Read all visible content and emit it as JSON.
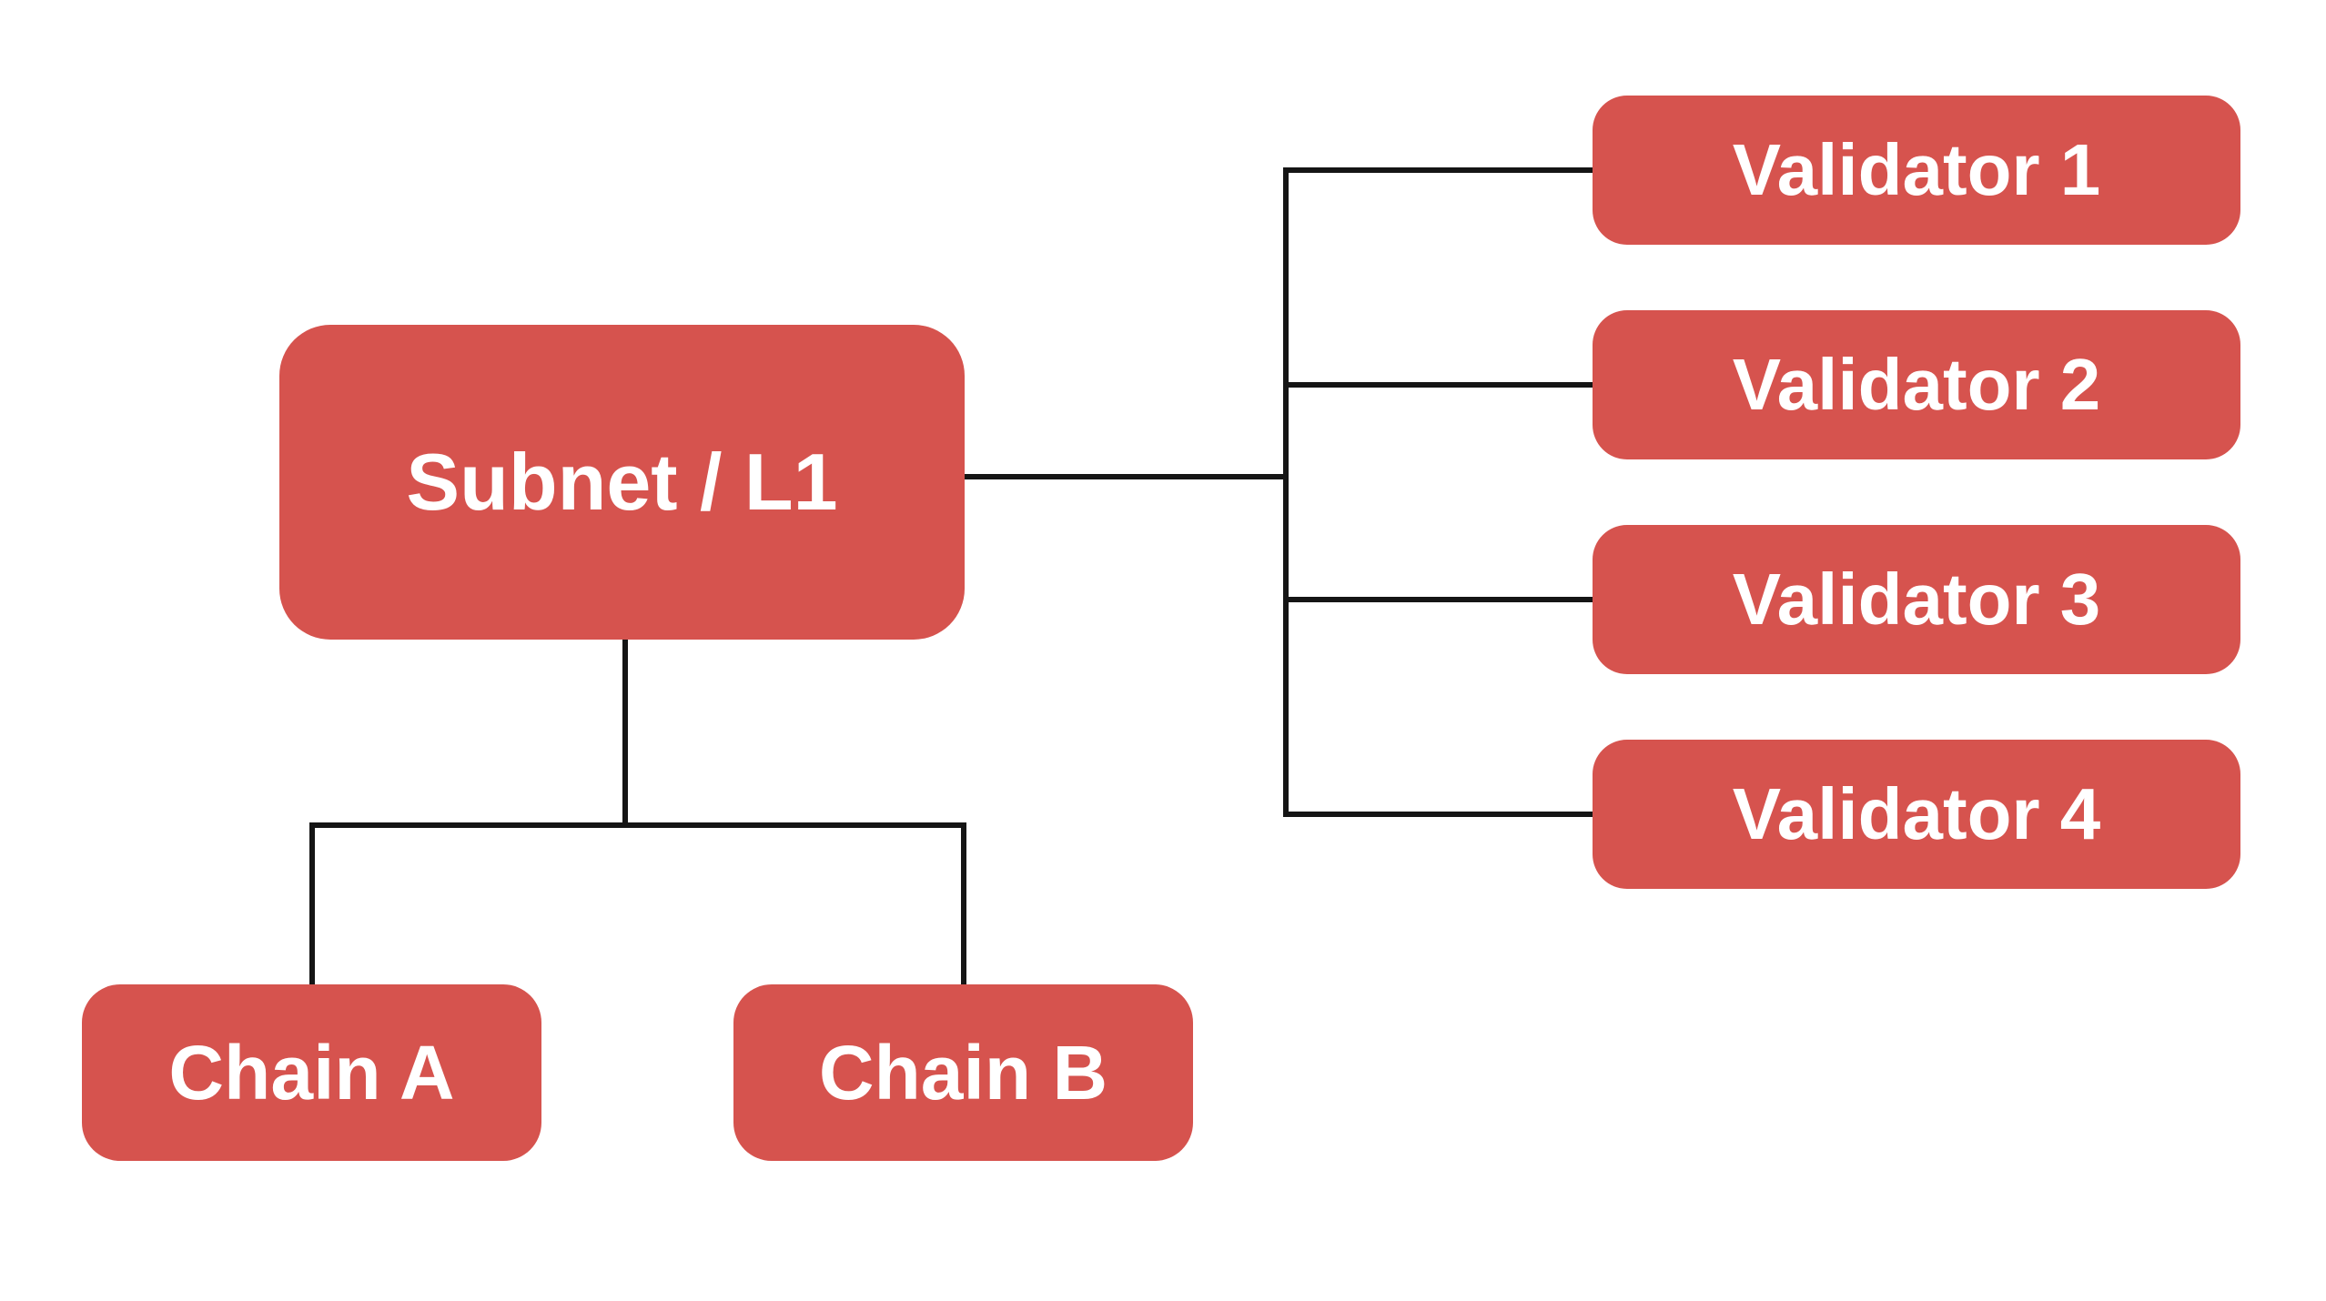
{
  "title": "Subnet / L1 network diagram",
  "colors": {
    "background": "#ffffff",
    "node_fill": "#D6534E",
    "node_text": "#ffffff",
    "connector": "#151515"
  },
  "diagram": {
    "type": "flowchart",
    "root": {
      "label": "Subnet / L1"
    },
    "chains": [
      {
        "label": "Chain A"
      },
      {
        "label": "Chain B"
      }
    ],
    "validators": [
      {
        "label": "Validator 1"
      },
      {
        "label": "Validator 2"
      },
      {
        "label": "Validator 3"
      },
      {
        "label": "Validator 4"
      }
    ],
    "edges": [
      {
        "from": "Subnet / L1",
        "to": "Validator 1"
      },
      {
        "from": "Subnet / L1",
        "to": "Validator 2"
      },
      {
        "from": "Subnet / L1",
        "to": "Validator 3"
      },
      {
        "from": "Subnet / L1",
        "to": "Validator 4"
      },
      {
        "from": "Subnet / L1",
        "to": "Chain A"
      },
      {
        "from": "Subnet / L1",
        "to": "Chain B"
      }
    ]
  }
}
